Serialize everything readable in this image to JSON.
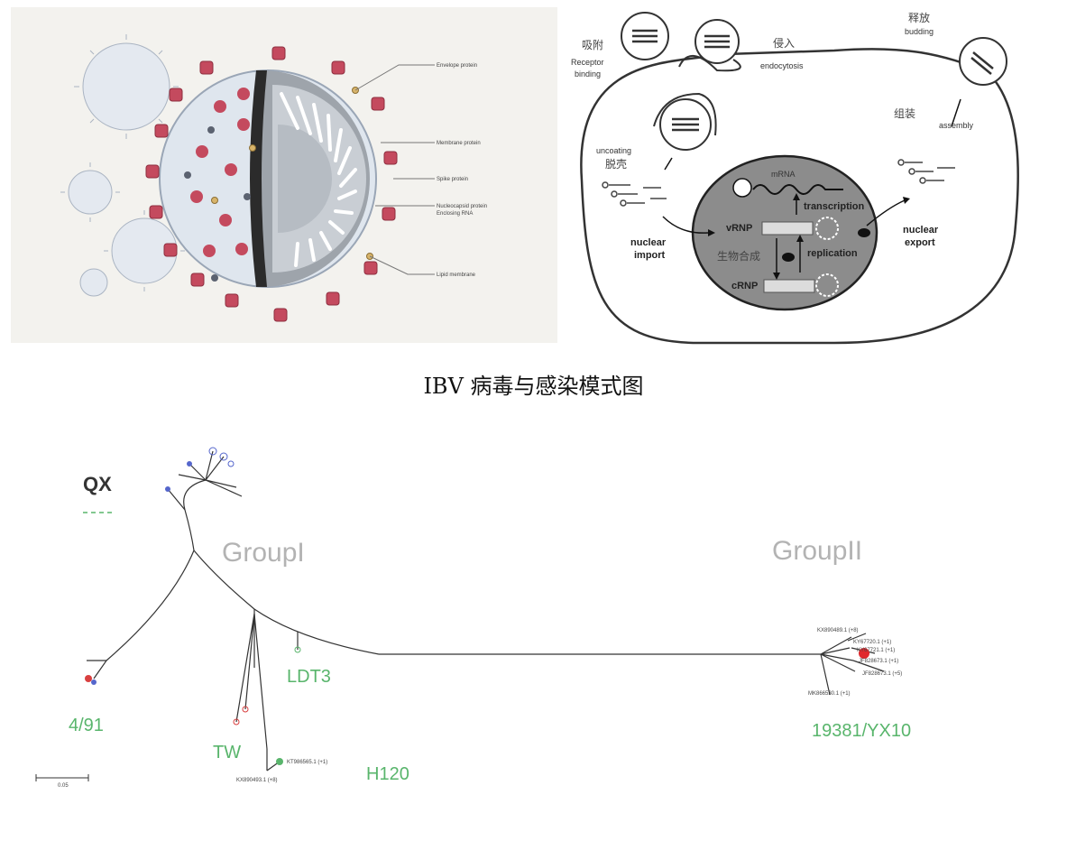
{
  "caption": "IBV 病毒与感染模式图",
  "virion": {
    "labels": [
      "Envelope protein",
      "Membrane protein",
      "Spike protein",
      "Nucleocapsid protein",
      "Lipid membrane"
    ],
    "sublabel": "Enclosing RNA",
    "colors": {
      "spike": "#c44a5e",
      "body": "#dfe6ee",
      "core": "#2b2b2b"
    }
  },
  "cycle": {
    "stages": {
      "receptor_cn": "吸附",
      "receptor_en1": "Receptor",
      "receptor_en2": "binding",
      "endo_cn": "侵入",
      "endo_en": "endocytosis",
      "uncoat_en": "uncoating",
      "uncoat_cn": "脱壳",
      "import_en1": "nuclear",
      "import_en2": "import",
      "mrna": "mRNA",
      "transcription": "transcription",
      "vrnp": "vRNP",
      "biosyn_cn": "生物合成",
      "replication": "replication",
      "crnp": "cRNP",
      "export_en1": "nuclear",
      "export_en2": "export",
      "assembly_cn": "组装",
      "assembly_en": "assembly",
      "bud_cn": "释放",
      "bud_en": "budding"
    }
  },
  "tree": {
    "groups": [
      "GroupI",
      "GroupII"
    ],
    "clades": [
      "QX",
      "4/91",
      "TW",
      "LDT3",
      "H120",
      "19381/YX10"
    ],
    "tip_labels": [
      "KX890489.1 (+8)",
      "KY67720.1 (+1)",
      "KY67721.1 (+1)",
      "JF828673.1 (+1)",
      "JF828673.1 (+5)",
      "MK866530.1 (+1)",
      "KT986565.1 (+1)",
      "KX890493.1 (+8)"
    ],
    "scale": "0.05"
  }
}
